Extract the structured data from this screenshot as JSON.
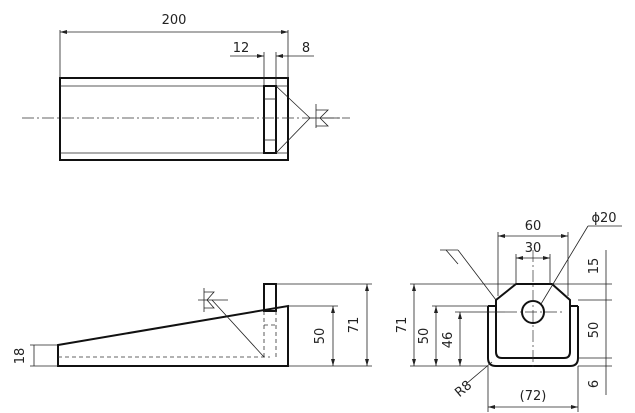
{
  "top_view": {
    "dim_length": "200",
    "dim_tab": "12",
    "dim_gap": "8"
  },
  "side_view": {
    "dim_start": "18",
    "dim_mid": "50",
    "dim_total": "71"
  },
  "end_view": {
    "dim_width": "60",
    "dim_slot": "30",
    "dim_hole": "ϕ20",
    "dim_top": "15",
    "dim_height_right": "50",
    "dim_bottom": "6",
    "dim_height_left": "71",
    "dim_50": "50",
    "dim_46": "46",
    "dim_radius": "R8",
    "dim_overall": "(72)"
  }
}
